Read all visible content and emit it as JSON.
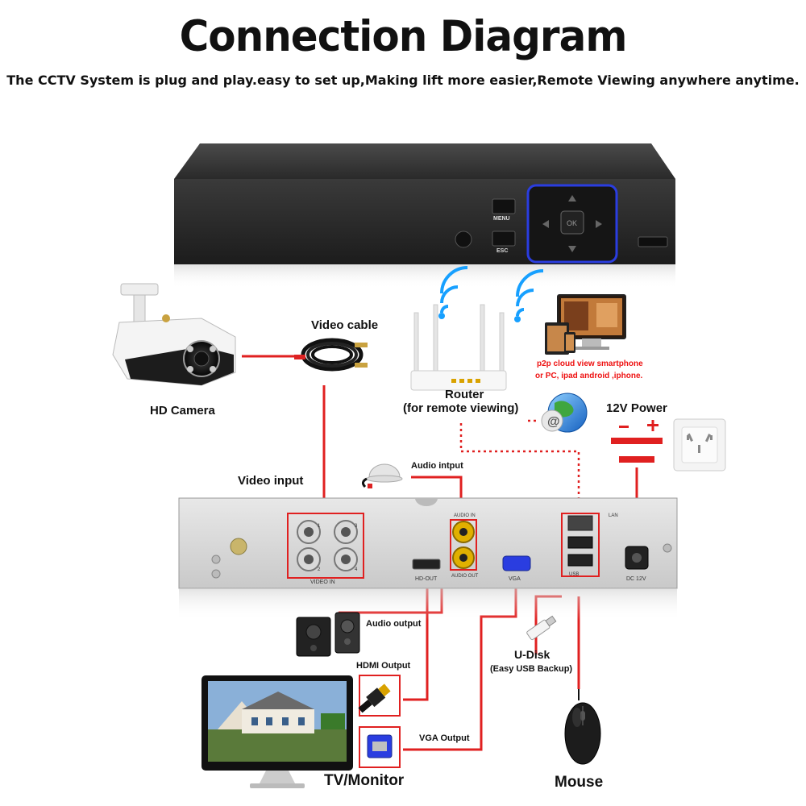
{
  "title": "Connection Diagram",
  "subtitle": "The CCTV System is plug and play.easy to set up,Making lift more easier,Remote Viewing anywhere anytime.",
  "dvr_front": {
    "menu_label": "MENU",
    "esc_label": "ESC",
    "ok_label": "OK"
  },
  "labels": {
    "hd_camera": "HD Camera",
    "video_cable": "Video cable",
    "router": "Router",
    "router_note": "(for remote viewing)",
    "p2p_line1": "p2p cloud  view smartphone",
    "p2p_line2": "or PC, ipad android ,iphone.",
    "power_12v": "12V Power",
    "video_input": "Video input",
    "audio_input": "Audio intput",
    "audio_output": "Audio output",
    "hdmi_output": "HDMI Output",
    "vga_output": "VGA Output",
    "udisk": "U-Disk",
    "udisk_note": "(Easy USB Backup)",
    "tv_monitor": "TV/Monitor",
    "mouse": "Mouse"
  },
  "dvr_rear": {
    "video_in": "VIDEO IN",
    "audio_in": "AUDIO IN",
    "audio_out": "AUDIO OUT",
    "hd_out": "HD-OUT",
    "vga": "VGA",
    "dc12v": "DC 12V",
    "lan": "LAN",
    "usb": "USB",
    "bnc_numbers": [
      "1",
      "3",
      "2",
      "4"
    ]
  },
  "colors": {
    "wire": "#e02020",
    "dvr_body": "#2b2b2b",
    "dvr_panel": "#d9d9d9",
    "accent_blue": "#2a3de0",
    "p2p_text": "#e02020"
  },
  "icons": {
    "camera": "bullet-camera-icon",
    "cable": "coax-cable-icon",
    "router": "wifi-router-icon",
    "wifi": "wifi-signal-icon",
    "devices": "multi-device-icon",
    "globe": "internet-globe-icon",
    "battery": "dc-power-icon",
    "outlet": "wall-outlet-icon",
    "microphone": "microphone-icon",
    "speakers": "speakers-icon",
    "hdmi": "hdmi-connector-icon",
    "vga": "vga-connector-icon",
    "usb": "usb-drive-icon",
    "mouse": "mouse-icon",
    "monitor": "monitor-icon"
  }
}
